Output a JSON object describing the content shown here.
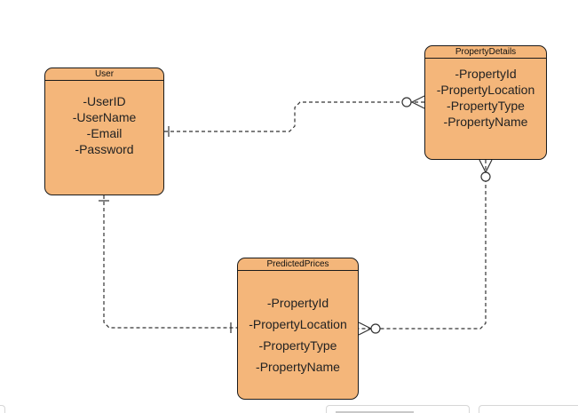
{
  "diagram": {
    "type": "entity-relationship",
    "colors": {
      "entity_fill": "#f4b67a",
      "border": "#1a1a1a",
      "connector": "#333333"
    },
    "entities": [
      {
        "id": "user",
        "title": "User",
        "attributes": [
          "-UserID",
          "-UserName",
          "-Email",
          "-Password"
        ]
      },
      {
        "id": "property_details",
        "title": "PropertyDetails",
        "attributes": [
          "-PropertyId",
          "-PropertyLocation",
          "-PropertyType",
          "-PropertyName"
        ]
      },
      {
        "id": "predicted_prices",
        "title": "PredictedPrices",
        "attributes": [
          "-PropertyId",
          "-PropertyLocation",
          "-PropertyType",
          "-PropertyName"
        ]
      }
    ],
    "relationships": [
      {
        "from": "user",
        "to": "property_details",
        "from_cardinality": "one",
        "to_cardinality": "zero-or-many",
        "line": "dashed"
      },
      {
        "from": "user",
        "to": "predicted_prices",
        "from_cardinality": "one",
        "to_cardinality": "one",
        "line": "dashed"
      },
      {
        "from": "property_details",
        "to": "predicted_prices",
        "from_cardinality": "zero-or-many",
        "to_cardinality": "zero-or-many",
        "line": "dashed"
      }
    ]
  }
}
